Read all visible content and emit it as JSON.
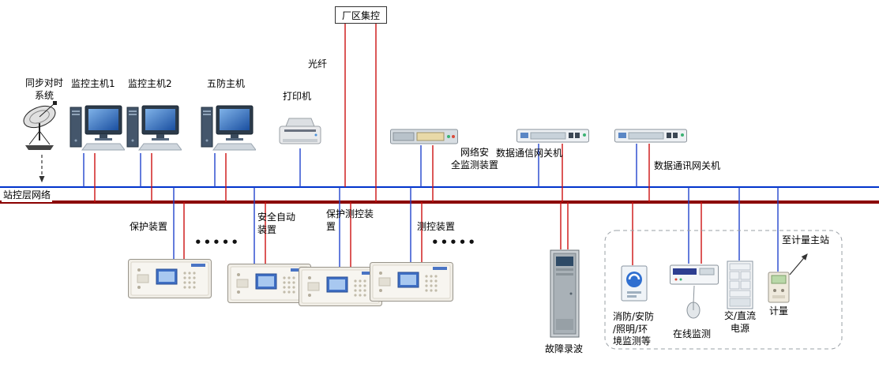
{
  "labels": {
    "plant_control": "厂区集控",
    "fiber": "光纤",
    "sync_system": "同步对时\n系统",
    "monitor_host1": "监控主机1",
    "monitor_host2": "监控主机2",
    "five_prevention_host": "五防主机",
    "printer": "打印机",
    "network_security": "网络安\n全监测装置",
    "gateway1": "数据通信网关机",
    "gateway2": "数据通讯网关机",
    "station_network": "站控层网络",
    "protection_device": "保护装置",
    "dots_left": "•••••",
    "safety_auto_device": "安全自动\n装置",
    "protection_control_device": "保护测控装\n置",
    "control_device": "测控装置",
    "dots_right": "•••••",
    "fault_recorder": "故障录波",
    "fire_security": "消防/安防\n/照明/环\n境监测等",
    "online_monitoring": "在线监测",
    "acdc_power": "交/直流\n电源",
    "metering": "计量",
    "to_metering_station": "至计量主站"
  },
  "colors": {
    "bus_blue": "#0033cc",
    "bus_red": "#8b0000",
    "line_blue": "#2244cc",
    "line_red": "#cc1111"
  }
}
